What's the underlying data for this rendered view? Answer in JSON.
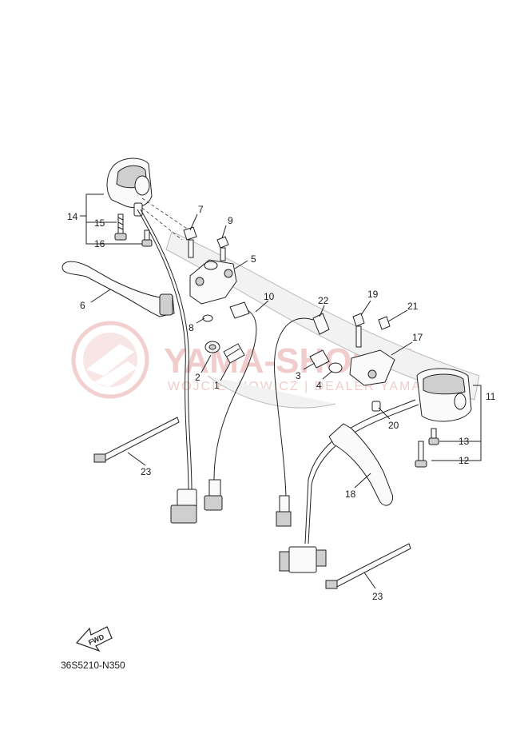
{
  "watermark": {
    "main": "YAMA-SHOP.PL",
    "sub": "WOJCIECHOWICZ | DEALER YAMAHA",
    "logo_color": "#e6a3a3"
  },
  "labels": [
    {
      "id": "p14",
      "text": "14"
    },
    {
      "id": "p15",
      "text": "15"
    },
    {
      "id": "p16",
      "text": "16"
    },
    {
      "id": "p7",
      "text": "7"
    },
    {
      "id": "p9",
      "text": "9"
    },
    {
      "id": "p5",
      "text": "5"
    },
    {
      "id": "p6",
      "text": "6"
    },
    {
      "id": "p8",
      "text": "8"
    },
    {
      "id": "p10",
      "text": "10"
    },
    {
      "id": "p2",
      "text": "2"
    },
    {
      "id": "p1",
      "text": "1"
    },
    {
      "id": "p22",
      "text": "22"
    },
    {
      "id": "p19",
      "text": "19"
    },
    {
      "id": "p21",
      "text": "21"
    },
    {
      "id": "p17",
      "text": "17"
    },
    {
      "id": "p3",
      "text": "3"
    },
    {
      "id": "p4",
      "text": "4"
    },
    {
      "id": "p20",
      "text": "20"
    },
    {
      "id": "p11",
      "text": "11"
    },
    {
      "id": "p13",
      "text": "13"
    },
    {
      "id": "p12",
      "text": "12"
    },
    {
      "id": "p18",
      "text": "18"
    },
    {
      "id": "p23a",
      "text": "23"
    },
    {
      "id": "p23b",
      "text": "23"
    }
  ],
  "fwd_arrow": {
    "text": "FWD"
  },
  "diagram_code": "36S5210-N350"
}
